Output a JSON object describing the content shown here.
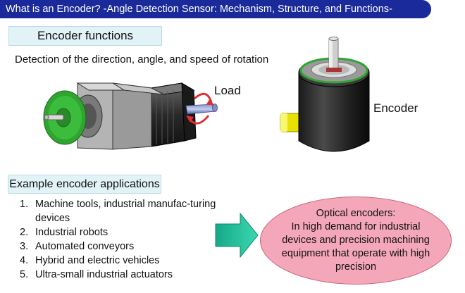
{
  "title": "What is an Encoder? -Angle Detection Sensor: Mechanism, Structure, and Functions-",
  "section_functions": "Encoder functions",
  "functions_description": "Detection of the direction, angle, and speed of rotation",
  "label_load": "Load",
  "label_encoder": "Encoder",
  "section_applications": "Example encoder applications",
  "applications": [
    {
      "num": "1.",
      "text": "Machine tools, industrial manufac-turing devices"
    },
    {
      "num": "2.",
      "text": "Industrial robots"
    },
    {
      "num": "3.",
      "text": "Automated conveyors"
    },
    {
      "num": "4.",
      "text": "Hybrid and electric vehicles"
    },
    {
      "num": "5.",
      "text": "Ultra-small industrial actuators"
    }
  ],
  "callout": {
    "heading": "Optical encoders:",
    "body": "In high demand for industrial devices and precision machining equipment that operate with high precision"
  },
  "colors": {
    "title_bg": "#1a2a9a",
    "section_bg": "#e2f3f8",
    "encoder_green": "#2fa52f",
    "arrow_teal": "#1ec49a",
    "callout_pink": "#f4a7b8",
    "rotation_red": "#e03030"
  }
}
